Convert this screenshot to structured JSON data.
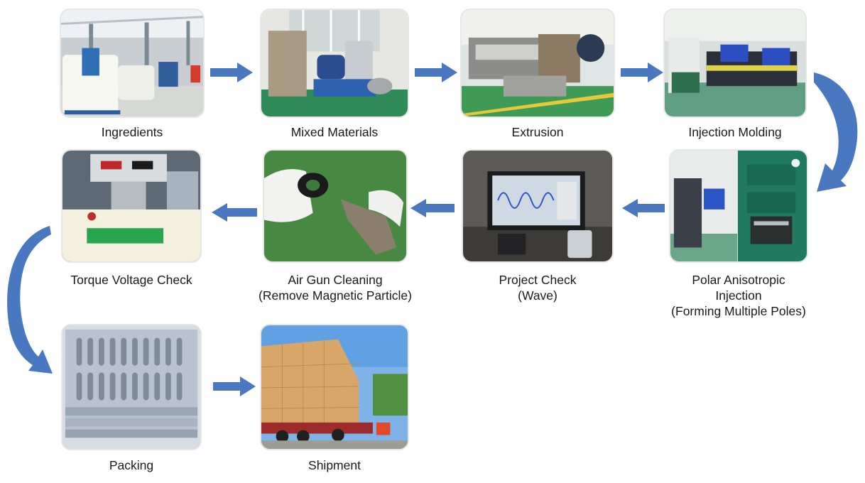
{
  "steps": [
    {
      "id": "ingredients",
      "label_lines": [
        "Ingredients"
      ]
    },
    {
      "id": "mixed",
      "label_lines": [
        "Mixed Materials"
      ]
    },
    {
      "id": "extrusion",
      "label_lines": [
        "Extrusion"
      ]
    },
    {
      "id": "injection",
      "label_lines": [
        "Injection Molding"
      ]
    },
    {
      "id": "polar",
      "label_lines": [
        "Polar Anisotropic",
        "Injection",
        "(Forming Multiple Poles)"
      ]
    },
    {
      "id": "project",
      "label_lines": [
        "Project Check",
        "(Wave)"
      ]
    },
    {
      "id": "airgun",
      "label_lines": [
        "Air Gun Cleaning",
        "(Remove Magnetic Particle)"
      ]
    },
    {
      "id": "torque",
      "label_lines": [
        "Torque Voltage Check"
      ]
    },
    {
      "id": "packing",
      "label_lines": [
        "Packing"
      ]
    },
    {
      "id": "shipment",
      "label_lines": [
        "Shipment"
      ]
    }
  ],
  "colors": {
    "arrow": "#4a78c0",
    "arrow_light": "#7fa0d6"
  },
  "icons": [
    "right-arrow-icon",
    "left-arrow-icon",
    "down-curved-arrow-icon"
  ]
}
